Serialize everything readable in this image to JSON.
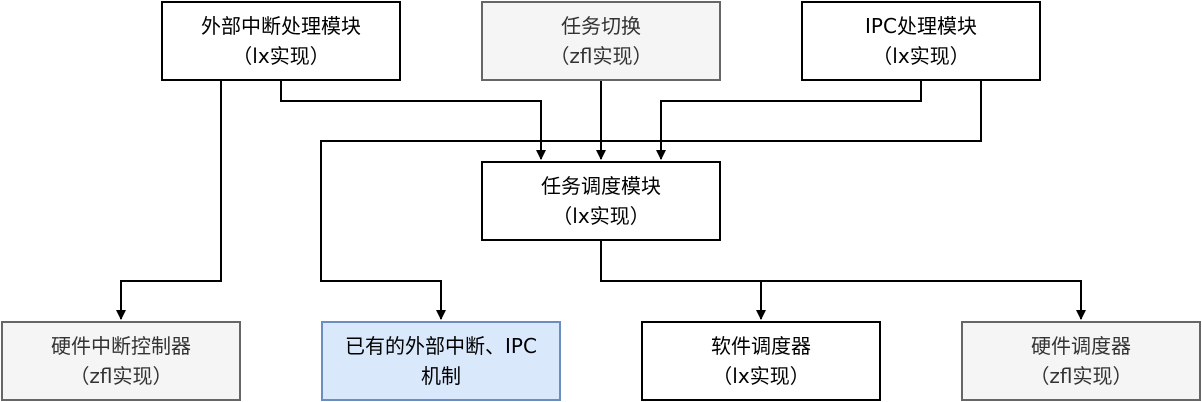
{
  "nodes": {
    "ext_int": {
      "line1": "外部中断处理模块",
      "line2": "（lx实现）"
    },
    "task_sw": {
      "line1": "任务切换",
      "line2": "（zfl实现）"
    },
    "ipc": {
      "line1": "IPC处理模块",
      "line2": "（lx实现）"
    },
    "sched": {
      "line1": "任务调度模块",
      "line2": "（lx实现）"
    },
    "hw_int": {
      "line1": "硬件中断控制器",
      "line2": "（zfl实现）"
    },
    "existing": {
      "line1": "已有的外部中断、IPC",
      "line2": "机制"
    },
    "sw_sched": {
      "line1": "软件调度器",
      "line2": "（lx实现）"
    },
    "hw_sched": {
      "line1": "硬件调度器",
      "line2": "（zfl实现）"
    }
  },
  "colors": {
    "gray_fill": "#f5f5f5",
    "gray_stroke": "#666666",
    "blue_fill": "#dae8fc",
    "blue_stroke": "#6c8ebf",
    "edge": "#000000"
  }
}
